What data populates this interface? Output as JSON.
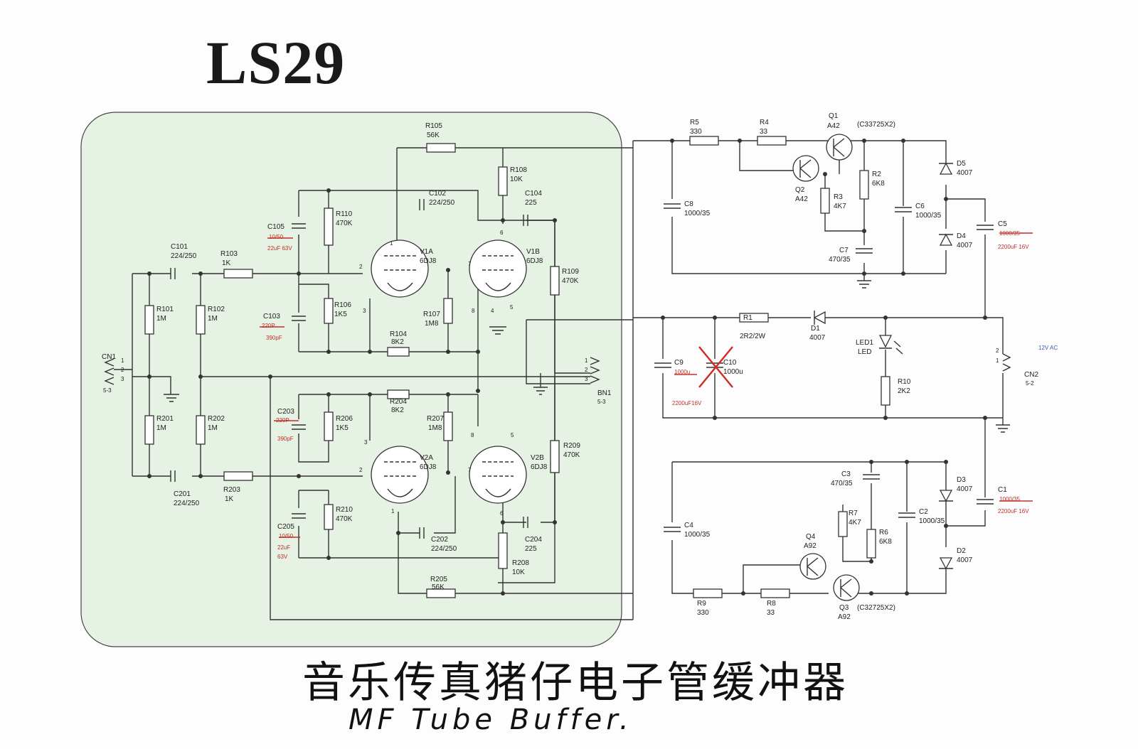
{
  "title": "LS29",
  "caption_cn": "音乐传真猪仔电子管缓冲器",
  "caption_en": "MF Tube Buffer.",
  "highlight_color": "#e6f2e3",
  "accent_color": "#c0302a",
  "connectors": {
    "cn1": {
      "name": "CN1",
      "sub": "5-3",
      "pins": [
        "1",
        "2",
        "3"
      ]
    },
    "bn1": {
      "name": "BN1",
      "sub": "5-3",
      "pins": [
        "1",
        "2",
        "3"
      ]
    },
    "cn2": {
      "name": "CN2",
      "sub": "5-2",
      "pins": [
        "2",
        "1"
      ],
      "note": "12V AC"
    }
  },
  "tubes": {
    "v1a": {
      "name": "V1A",
      "type": "6DJ8",
      "pins": [
        "2",
        "3",
        "1"
      ]
    },
    "v1b": {
      "name": "V1B",
      "type": "6DJ8",
      "pins": [
        "7",
        "6",
        "8",
        "4",
        "5"
      ]
    },
    "v2a": {
      "name": "V2A",
      "type": "6DJ8",
      "pins": [
        "2",
        "3",
        "1"
      ]
    },
    "v2b": {
      "name": "V2B",
      "type": "6DJ8",
      "pins": [
        "7",
        "6",
        "8",
        "5"
      ]
    }
  },
  "signal_components": {
    "r105": {
      "name": "R105",
      "value": "56K"
    },
    "r108": {
      "name": "R108",
      "value": "10K"
    },
    "c102": {
      "name": "C102",
      "value": "224/250"
    },
    "c104": {
      "name": "C104",
      "value": "225"
    },
    "r110": {
      "name": "R110",
      "value": "470K"
    },
    "c105": {
      "name": "C105",
      "value": "10/50",
      "mod": "22uF 63V"
    },
    "c101": {
      "name": "C101",
      "value": "224/250"
    },
    "r103": {
      "name": "R103",
      "value": "1K"
    },
    "r101": {
      "name": "R101",
      "value": "1M"
    },
    "r102": {
      "name": "R102",
      "value": "1M"
    },
    "c103": {
      "name": "C103",
      "value": "220P",
      "mod": "390pF"
    },
    "r106": {
      "name": "R106",
      "value": "1K5"
    },
    "r107": {
      "name": "R107",
      "value": "1M8"
    },
    "r104": {
      "name": "R104",
      "value": "8K2"
    },
    "r109": {
      "name": "R109",
      "value": "470K"
    },
    "r201": {
      "name": "R201",
      "value": "1M"
    },
    "r202": {
      "name": "R202",
      "value": "1M"
    },
    "r204": {
      "name": "R204",
      "value": "8K2"
    },
    "c203": {
      "name": "C203",
      "value": "220P",
      "mod": "390pF"
    },
    "r206": {
      "name": "R206",
      "value": "1K5"
    },
    "r207": {
      "name": "R207",
      "value": "1M8"
    },
    "r209": {
      "name": "R209",
      "value": "470K"
    },
    "c201": {
      "name": "C201",
      "value": "224/250"
    },
    "r203": {
      "name": "R203",
      "value": "1K"
    },
    "c205": {
      "name": "C205",
      "value": "10/50",
      "mod": "22uF",
      "mod2": "63V"
    },
    "r210": {
      "name": "R210",
      "value": "470K"
    },
    "c202": {
      "name": "C202",
      "value": "224/250"
    },
    "c204": {
      "name": "C204",
      "value": "225"
    },
    "r208": {
      "name": "R208",
      "value": "10K"
    },
    "r205": {
      "name": "R205",
      "value": "56K"
    }
  },
  "supply_components": {
    "r5": {
      "name": "R5",
      "value": "330"
    },
    "r4": {
      "name": "R4",
      "value": "33"
    },
    "q1": {
      "name": "Q1",
      "value": "A42",
      "note": "(C33725X2)"
    },
    "q2": {
      "name": "Q2",
      "value": "A42"
    },
    "r2": {
      "name": "R2",
      "value": "6K8"
    },
    "r3": {
      "name": "R3",
      "value": "4K7"
    },
    "c7": {
      "name": "C7",
      "value": "470/35"
    },
    "c8": {
      "name": "C8",
      "value": "1000/35"
    },
    "c6": {
      "name": "C6",
      "value": "1000/35"
    },
    "d5": {
      "name": "D5",
      "value": "4007"
    },
    "d4": {
      "name": "D4",
      "value": "4007"
    },
    "c5": {
      "name": "C5",
      "value": "1000/35",
      "mod": "2200uF 16V"
    },
    "r1": {
      "name": "R1",
      "value": "2R2/2W"
    },
    "d1": {
      "name": "D1",
      "value": "4007"
    },
    "led1": {
      "name": "LED1",
      "value": "LED"
    },
    "r10": {
      "name": "R10",
      "value": "2K2"
    },
    "c9": {
      "name": "C9",
      "value": "1000u",
      "mod": "2200uF16V"
    },
    "c10": {
      "name": "C10",
      "value": "1000u"
    },
    "c3": {
      "name": "C3",
      "value": "470/35"
    },
    "r7": {
      "name": "R7",
      "value": "4K7"
    },
    "r6": {
      "name": "R6",
      "value": "6K8"
    },
    "c2": {
      "name": "C2",
      "value": "1000/35"
    },
    "d3": {
      "name": "D3",
      "value": "4007"
    },
    "d2": {
      "name": "D2",
      "value": "4007"
    },
    "c1": {
      "name": "C1",
      "value": "1000/35",
      "mod": "2200uF 16V"
    },
    "c4": {
      "name": "C4",
      "value": "1000/35"
    },
    "q4": {
      "name": "Q4",
      "value": "A92"
    },
    "q3": {
      "name": "Q3",
      "value": "A92",
      "note": "(C32725X2)"
    },
    "r9": {
      "name": "R9",
      "value": "330"
    },
    "r8": {
      "name": "R8",
      "value": "33"
    }
  }
}
